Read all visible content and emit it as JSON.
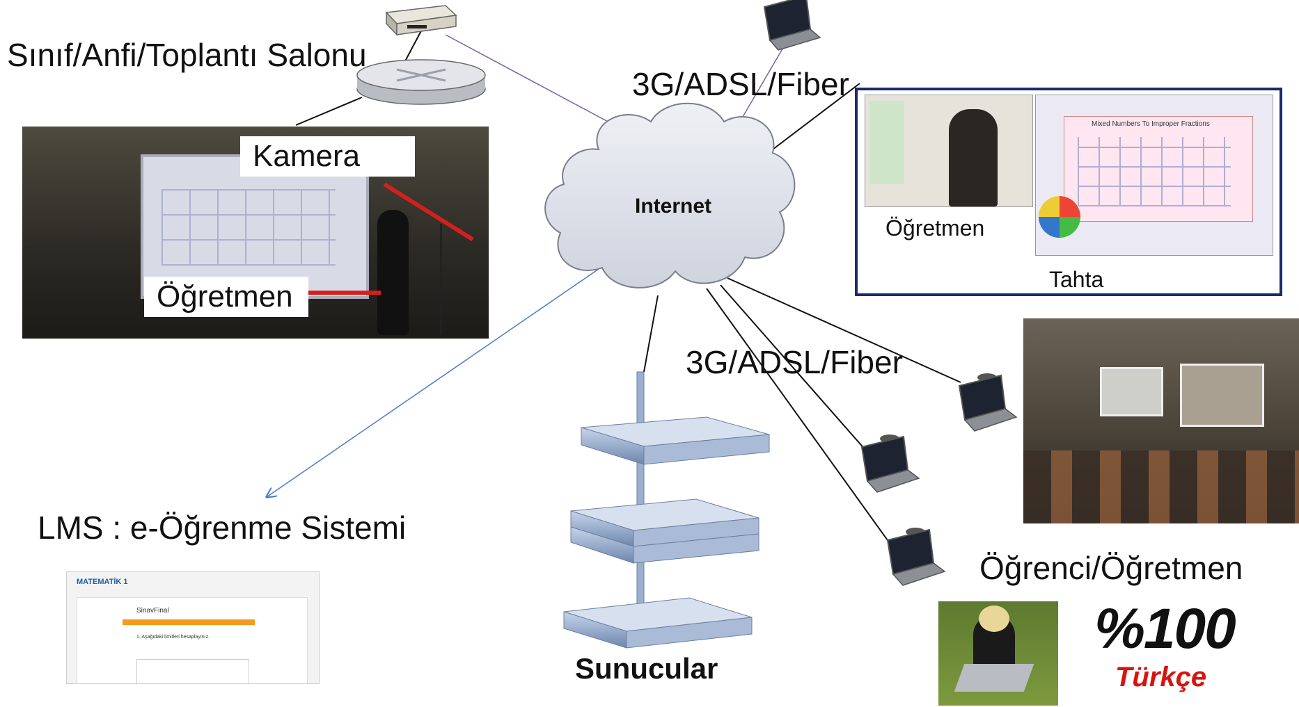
{
  "labels": {
    "classroom": "Sınıf/Anfi/Toplantı Salonu",
    "connection_top": "3G/ADSL/Fiber",
    "connection_mid": "3G/ADSL/Fiber",
    "internet": "Internet",
    "lms": "LMS : e-Öğrenme Sistemi",
    "servers": "Sunucular",
    "student_teacher": "Öğrenci/Öğretmen",
    "camera": "Kamera",
    "teacher_photo": "Öğretmen",
    "teacher_screen": "Öğretmen",
    "board_screen": "Tahta",
    "percent": "%100",
    "turkish": "Türkçe"
  },
  "lms_screen": {
    "course_title": "MATEMATİK 1",
    "exam_name": "SinavFinal",
    "question": "1.  Aşağıdaki limitleri hesaplayınız."
  },
  "board_screen": {
    "title": "Mixed Numbers To Improper Fractions"
  },
  "colors": {
    "cloud_fill": "#dfe2ea",
    "cloud_stroke": "#7a7f8c",
    "server_blue": "#8fa6c7",
    "screen_frame": "#1a2a6e",
    "percent_red": "#d8140f"
  }
}
